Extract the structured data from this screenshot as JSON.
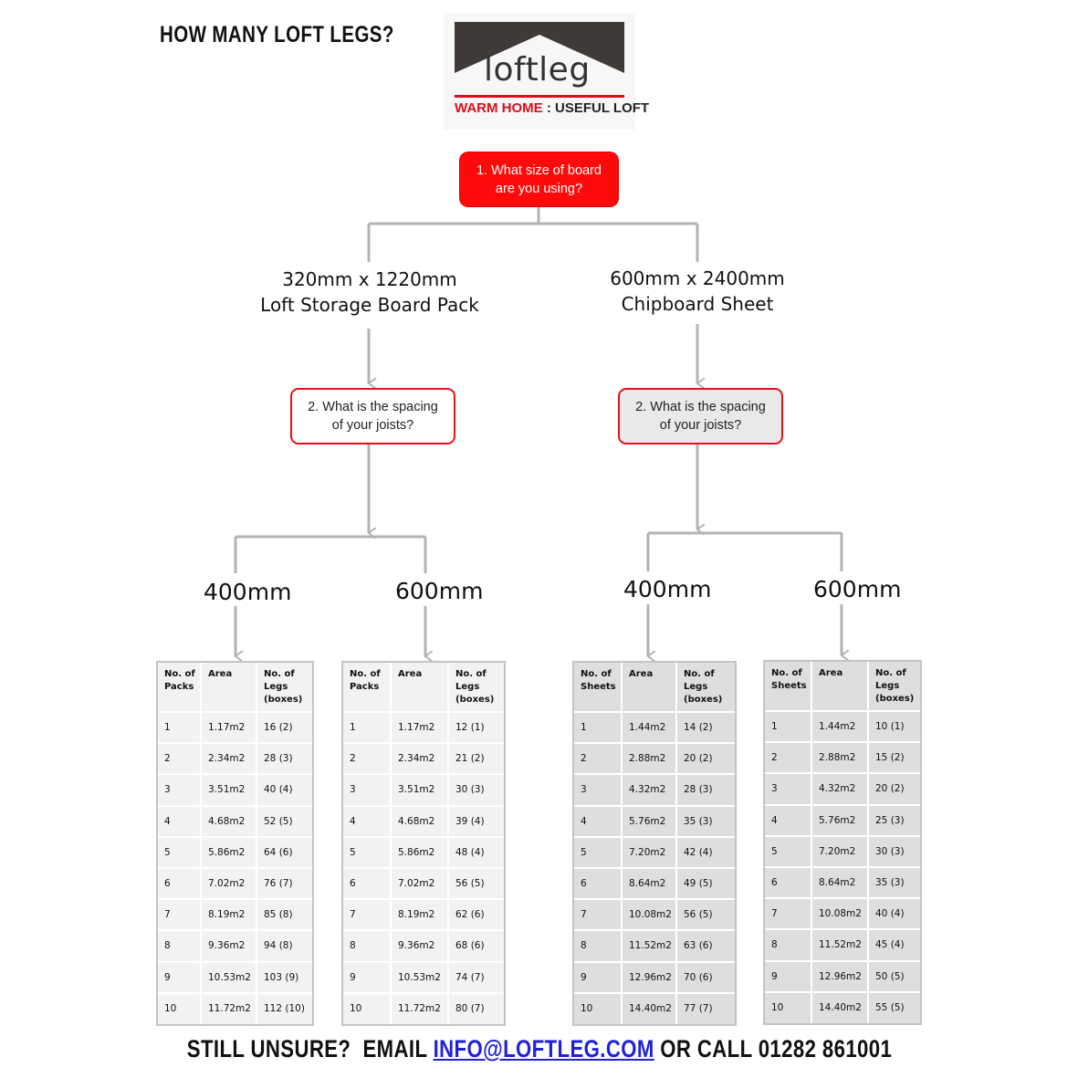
{
  "heading": "HOW MANY LOFT LEGS?",
  "logo": {
    "word": "loftleg",
    "tagline_part1": "WARM HOME",
    "tagline_separator": " : ",
    "tagline_part2": "USEFUL LOFT",
    "colors": {
      "roof": "#3f3a37",
      "accent": "#d9101a"
    }
  },
  "question1": "1. What size of board\nare you using?",
  "boards": {
    "left": "320mm x 1220mm\nLoft Storage Board Pack",
    "right": "600mm x 2400mm\nChipboard Sheet"
  },
  "question2": {
    "left": "2. What is the spacing\nof your joists?",
    "right": "2. What is the spacing\nof your joists?"
  },
  "spacings": {
    "a": "400mm",
    "b": "600mm",
    "c": "400mm",
    "d": "600mm"
  },
  "colors": {
    "question_red": "#ff0a0a",
    "connector_grey": "#b3b3b3",
    "link_blue": "#1f22d6"
  },
  "tables": [
    {
      "headers": [
        "No. of\nPacks",
        "Area",
        "No. of\nLegs\n(boxes)"
      ],
      "rows": [
        [
          "1",
          "1.17m2",
          "16 (2)"
        ],
        [
          "2",
          "2.34m2",
          "28 (3)"
        ],
        [
          "3",
          "3.51m2",
          "40 (4)"
        ],
        [
          "4",
          "4.68m2",
          "52 (5)"
        ],
        [
          "5",
          "5.86m2",
          "64 (6)"
        ],
        [
          "6",
          "7.02m2",
          "76 (7)"
        ],
        [
          "7",
          "8.19m2",
          "85 (8)"
        ],
        [
          "8",
          "9.36m2",
          "94 (8)"
        ],
        [
          "9",
          "10.53m2",
          "103 (9)"
        ],
        [
          "10",
          "11.72m2",
          "112 (10)"
        ]
      ]
    },
    {
      "headers": [
        "No. of\nPacks",
        "Area",
        "No. of\nLegs\n(boxes)"
      ],
      "rows": [
        [
          "1",
          "1.17m2",
          "12 (1)"
        ],
        [
          "2",
          "2.34m2",
          "21 (2)"
        ],
        [
          "3",
          "3.51m2",
          "30 (3)"
        ],
        [
          "4",
          "4.68m2",
          "39 (4)"
        ],
        [
          "5",
          "5.86m2",
          "48 (4)"
        ],
        [
          "6",
          "7.02m2",
          "56 (5)"
        ],
        [
          "7",
          "8.19m2",
          "62 (6)"
        ],
        [
          "8",
          "9.36m2",
          "68 (6)"
        ],
        [
          "9",
          "10.53m2",
          "74 (7)"
        ],
        [
          "10",
          "11.72m2",
          "80 (7)"
        ]
      ]
    },
    {
      "headers": [
        "No. of\nSheets",
        "Area",
        "No. of\nLegs\n(boxes)"
      ],
      "rows": [
        [
          "1",
          "1.44m2",
          "14 (2)"
        ],
        [
          "2",
          "2.88m2",
          "20 (2)"
        ],
        [
          "3",
          "4.32m2",
          "28 (3)"
        ],
        [
          "4",
          "5.76m2",
          "35 (3)"
        ],
        [
          "5",
          "7.20m2",
          "42 (4)"
        ],
        [
          "6",
          "8.64m2",
          "49 (5)"
        ],
        [
          "7",
          "10.08m2",
          "56 (5)"
        ],
        [
          "8",
          "11.52m2",
          "63 (6)"
        ],
        [
          "9",
          "12.96m2",
          "70 (6)"
        ],
        [
          "10",
          "14.40m2",
          "77 (7)"
        ]
      ]
    },
    {
      "headers": [
        "No. of\nSheets",
        "Area",
        "No. of\nLegs\n(boxes)"
      ],
      "rows": [
        [
          "1",
          "1.44m2",
          "10 (1)"
        ],
        [
          "2",
          "2.88m2",
          "15 (2)"
        ],
        [
          "3",
          "4.32m2",
          "20 (2)"
        ],
        [
          "4",
          "5.76m2",
          "25 (3)"
        ],
        [
          "5",
          "7.20m2",
          "30 (3)"
        ],
        [
          "6",
          "8.64m2",
          "35 (3)"
        ],
        [
          "7",
          "10.08m2",
          "40 (4)"
        ],
        [
          "8",
          "11.52m2",
          "45 (4)"
        ],
        [
          "9",
          "12.96m2",
          "50 (5)"
        ],
        [
          "10",
          "14.40m2",
          "55 (5)"
        ]
      ]
    }
  ],
  "footer": {
    "prefix": "STILL UNSURE?  EMAIL ",
    "email": "INFO@LOFTLEG.COM",
    "suffix": " OR CALL 01282 861001"
  }
}
